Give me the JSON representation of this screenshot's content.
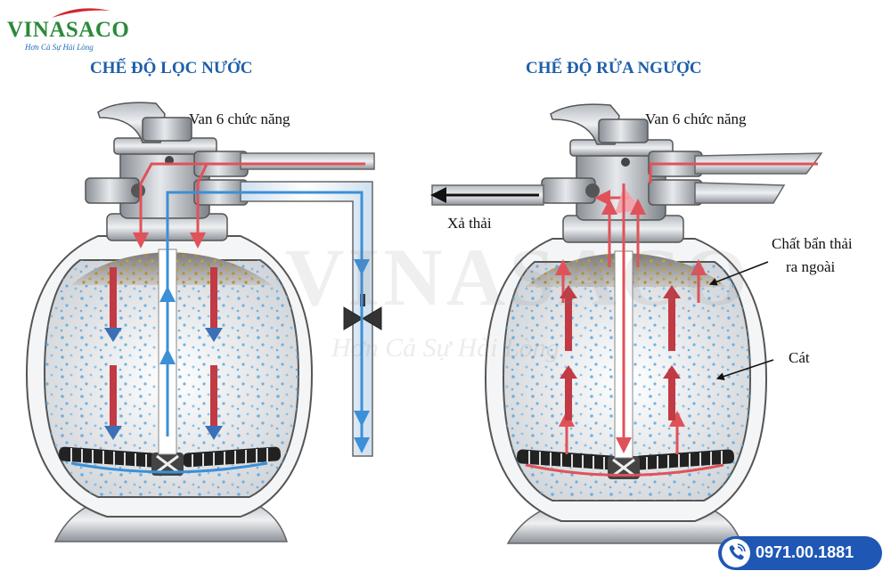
{
  "brand": {
    "name": "VINASACO",
    "tagline": "Hơn Cả Sự Hài Lòng"
  },
  "left_panel": {
    "title": "CHẾ ĐỘ LỌC NƯỚC",
    "valve_label": "Van 6 chức năng"
  },
  "right_panel": {
    "title": "CHẾ ĐỘ RỬA NGƯỢC",
    "valve_label": "Van 6 chức năng",
    "waste_label": "Xả thải",
    "dirt_label_line1": "Chất bẩn thải",
    "dirt_label_line2": "ra ngoài",
    "sand_label": "Cát"
  },
  "watermark": {
    "text": "VINASACO",
    "tagline": "Hơn Cả Sự Hài Lòng"
  },
  "contact": {
    "phone": "0971.00.1881"
  },
  "colors": {
    "title_blue": "#1e5fa8",
    "flow_red": "#e0525a",
    "flow_blue": "#3d8fd6",
    "brand_green": "#2a8a3a",
    "phone_bg": "#1f57b4"
  }
}
